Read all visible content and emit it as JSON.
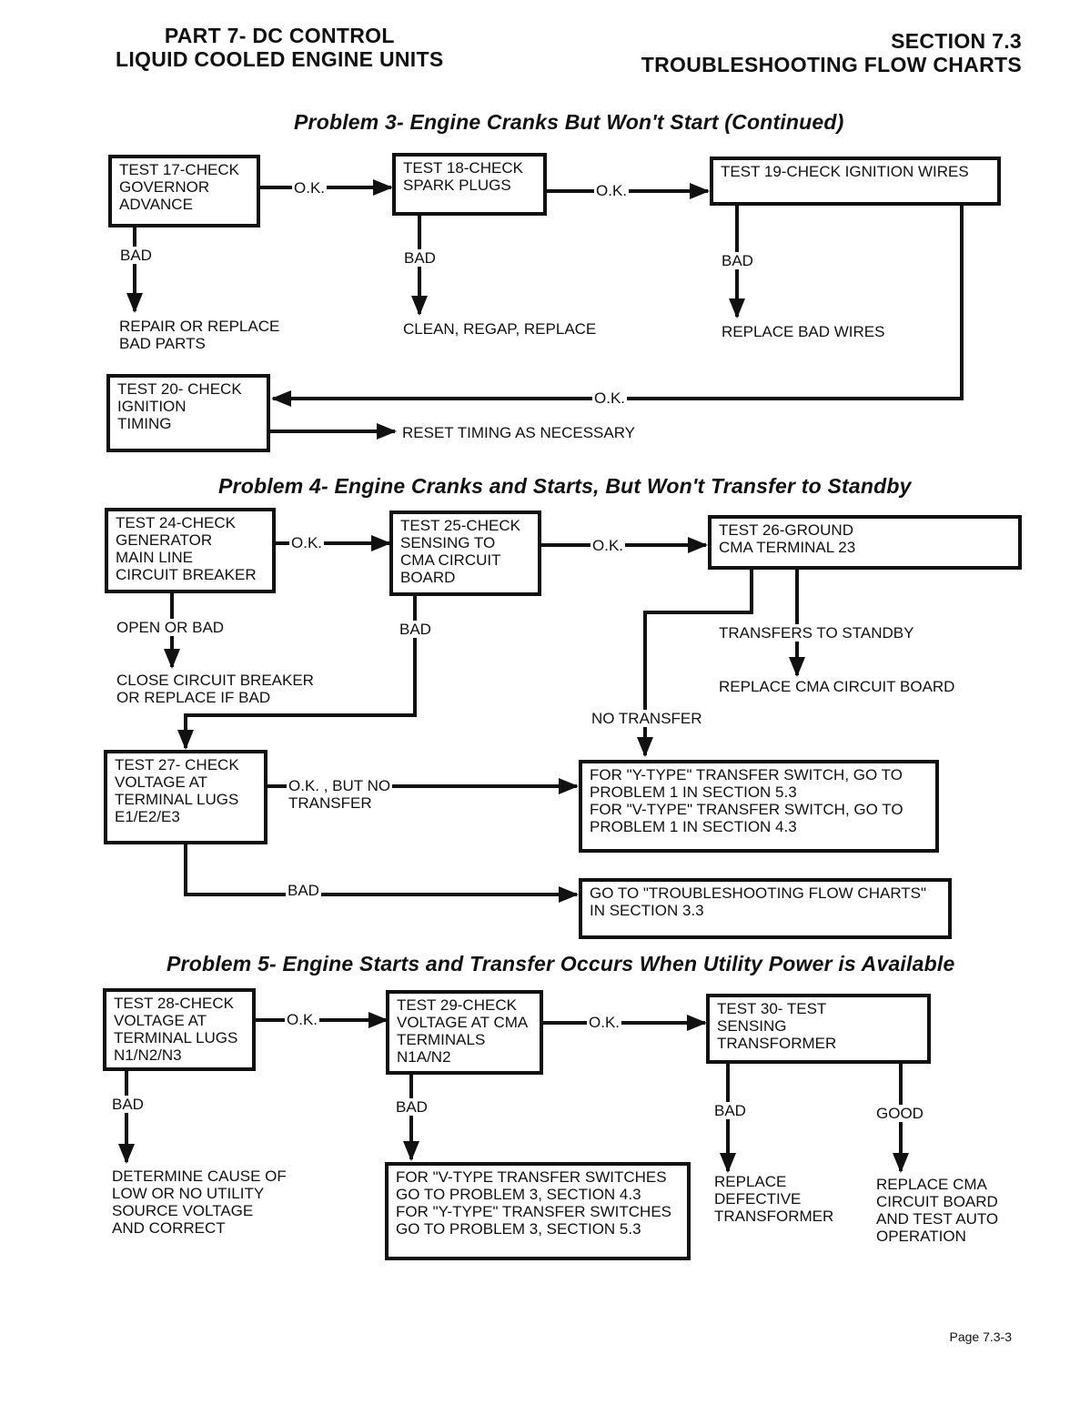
{
  "header": {
    "left_line1": "PART 7- DC CONTROL",
    "left_line2": "LIQUID COOLED ENGINE UNITS",
    "right_line1": "SECTION 7.3",
    "right_line2": "TROUBLESHOOTING FLOW CHARTS"
  },
  "problem3": {
    "title": "Problem 3- Engine Cranks But Won't Start (Continued)",
    "test17": "TEST 17-CHECK\nGOVERNOR\nADVANCE",
    "test18": "TEST 18-CHECK\nSPARK PLUGS",
    "test19": "TEST 19-CHECK IGNITION WIRES",
    "test20": "TEST 20- CHECK\nIGNITION\nTIMING",
    "ok": "O.K.",
    "bad": "BAD",
    "action17": "REPAIR OR REPLACE\nBAD PARTS",
    "action18": "CLEAN, REGAP, REPLACE",
    "action19": "REPLACE BAD WIRES",
    "action20": "RESET TIMING AS NECESSARY"
  },
  "problem4": {
    "title": "Problem 4- Engine Cranks and Starts, But Won't Transfer to Standby",
    "test24": "TEST 24-CHECK\nGENERATOR\nMAIN LINE\nCIRCUIT BREAKER",
    "test25": "TEST 25-CHECK\nSENSING TO\nCMA CIRCUIT\nBOARD",
    "test26": "TEST 26-GROUND\nCMA TERMINAL 23",
    "test27": "TEST 27- CHECK\nVOLTAGE AT\nTERMINAL LUGS\nE1/E2/E3",
    "ok": "O.K.",
    "open_or_bad": "OPEN OR BAD",
    "bad": "BAD",
    "close_breaker": "CLOSE CIRCUIT BREAKER\nOR REPLACE IF BAD",
    "transfers_to_standby": "TRANSFERS TO STANDBY",
    "replace_cma": "REPLACE CMA CIRCUIT BOARD",
    "no_transfer": "NO TRANSFER",
    "ok_but_no_transfer": "O.K. , BUT NO\nTRANSFER",
    "switch_box": "FOR \"Y-TYPE\" TRANSFER SWITCH, GO TO\nPROBLEM 1 IN SECTION 5.3\nFOR \"V-TYPE\" TRANSFER SWITCH, GO TO\nPROBLEM 1 IN SECTION 4.3",
    "goto_box": "GO TO \"TROUBLESHOOTING FLOW CHARTS\"\nIN SECTION 3.3"
  },
  "problem5": {
    "title": "Problem 5- Engine Starts and Transfer Occurs When Utility Power is Available",
    "test28": "TEST 28-CHECK\nVOLTAGE AT\nTERMINAL LUGS\nN1/N2/N3",
    "test29": "TEST 29-CHECK\nVOLTAGE AT CMA\nTERMINALS\nN1A/N2",
    "test30": "TEST 30- TEST\nSENSING\nTRANSFORMER",
    "ok": "O.K.",
    "bad": "BAD",
    "good": "GOOD",
    "action28": "DETERMINE CAUSE OF\nLOW OR NO UTILITY\nSOURCE VOLTAGE\nAND CORRECT",
    "action29": "FOR \"V-TYPE TRANSFER SWITCHES\nGO TO PROBLEM 3, SECTION 4.3\nFOR \"Y-TYPE\" TRANSFER SWITCHES\nGO TO PROBLEM 3, SECTION 5.3",
    "action30_bad": "REPLACE\nDEFECTIVE\nTRANSFORMER",
    "action30_good": "REPLACE CMA\nCIRCUIT BOARD\nAND TEST AUTO\nOPERATION"
  },
  "footer": {
    "page": "Page 7.3-3"
  }
}
